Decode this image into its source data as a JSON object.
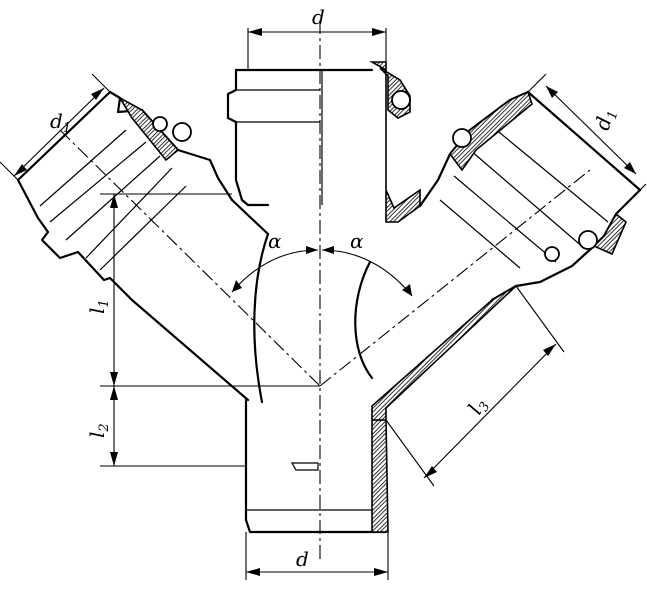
{
  "labels": {
    "d_top": "d",
    "d_bottom": "d",
    "d1_left": "d",
    "d1_left_sub": "1",
    "d1_right": "d",
    "d1_right_sub": "1",
    "l1": "l",
    "l1_sub": "1",
    "l2": "l",
    "l2_sub": "2",
    "l3": "l",
    "l3_sub": "3",
    "alpha_left": "α",
    "alpha_right": "α"
  }
}
